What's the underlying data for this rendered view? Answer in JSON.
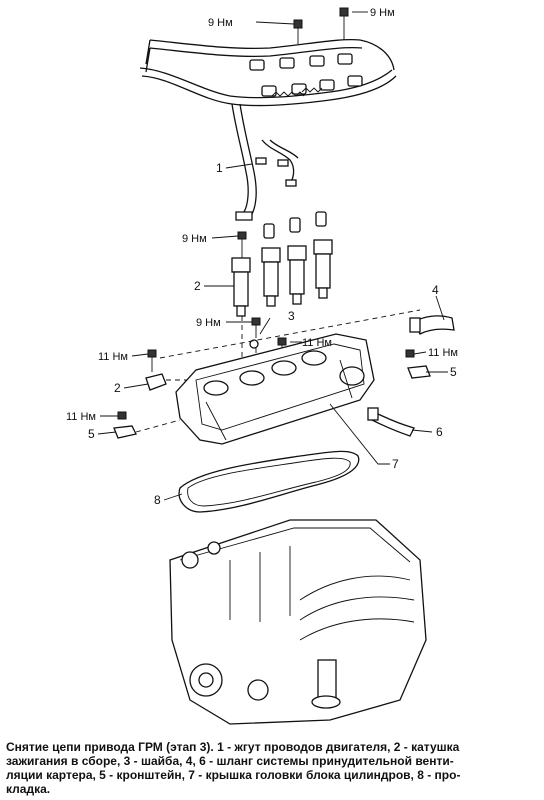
{
  "figure": {
    "torque_labels": {
      "t1": "9 Нм",
      "t2": "9 Нм",
      "t3": "9 Нм",
      "t4": "9 Нм",
      "t5": "11 Нм",
      "t6": "11 Нм",
      "t7": "11 Нм",
      "t8": "11 Нм"
    },
    "callouts": {
      "c1": "1",
      "c2a": "2",
      "c2b": "2",
      "c3": "3",
      "c4": "4",
      "c5a": "5",
      "c5b": "5",
      "c6": "6",
      "c7": "7",
      "c8": "8"
    }
  },
  "caption": {
    "line1": "Снятие цепи привода ГРМ (этап 3). 1 - жгут проводов двигателя, 2 - катушка",
    "line2": "зажигания в сборе, 3 - шайба, 4, 6 - шланг системы принудительной венти-",
    "line3": "ляции картера, 5 - кронштейн, 7 - крышка головки блока цилиндров, 8 - про-",
    "line4": "кладка."
  }
}
